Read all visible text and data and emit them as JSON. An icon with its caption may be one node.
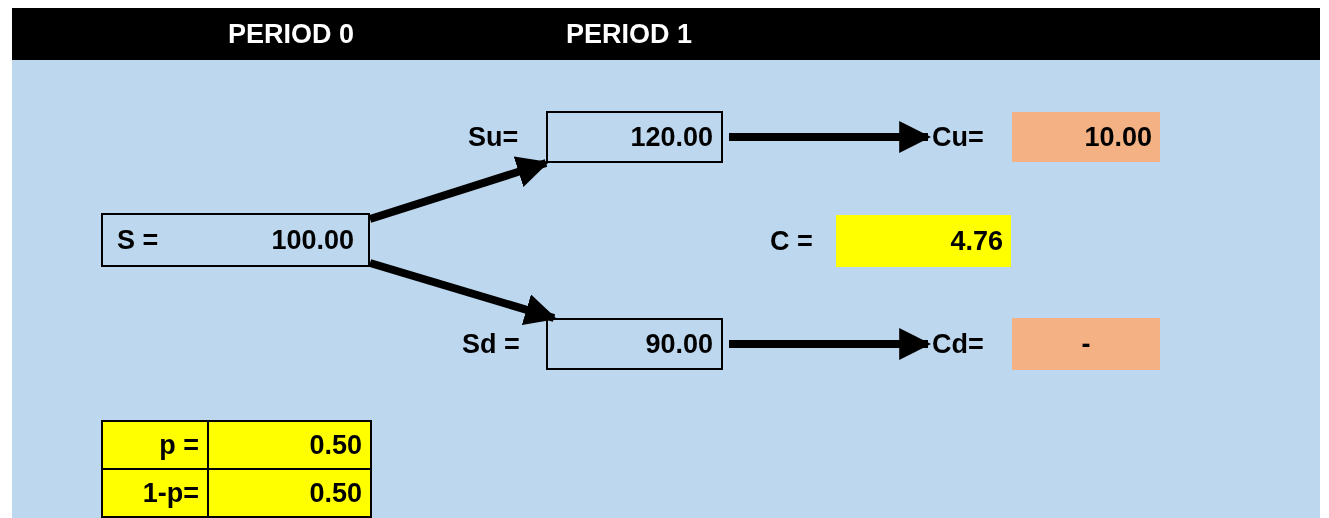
{
  "diagram": {
    "nodes": [
      {
        "text": [
          "S =",
          "100.00"
        ]
      },
      {
        "text": [
          "Su=",
          "120.00"
        ]
      },
      {
        "text": [
          "Sd =",
          "90.00"
        ]
      },
      {
        "text": [
          "Cu=",
          "10.00"
        ]
      },
      {
        "text": [
          "C =",
          "4.76"
        ]
      },
      {
        "text": [
          "Cd=",
          "-"
        ]
      }
    ],
    "edges": [
      {
        "from": 0,
        "to": 1,
        "arrow": "to"
      },
      {
        "from": 0,
        "to": 2,
        "arrow": "to"
      },
      {
        "from": 1,
        "to": 3,
        "arrow": "to"
      },
      {
        "from": 2,
        "to": 5,
        "arrow": "to"
      }
    ],
    "labels": [
      "PERIOD 0",
      "PERIOD 1",
      "p =",
      "0.50",
      "1-p=",
      "0.50"
    ]
  }
}
